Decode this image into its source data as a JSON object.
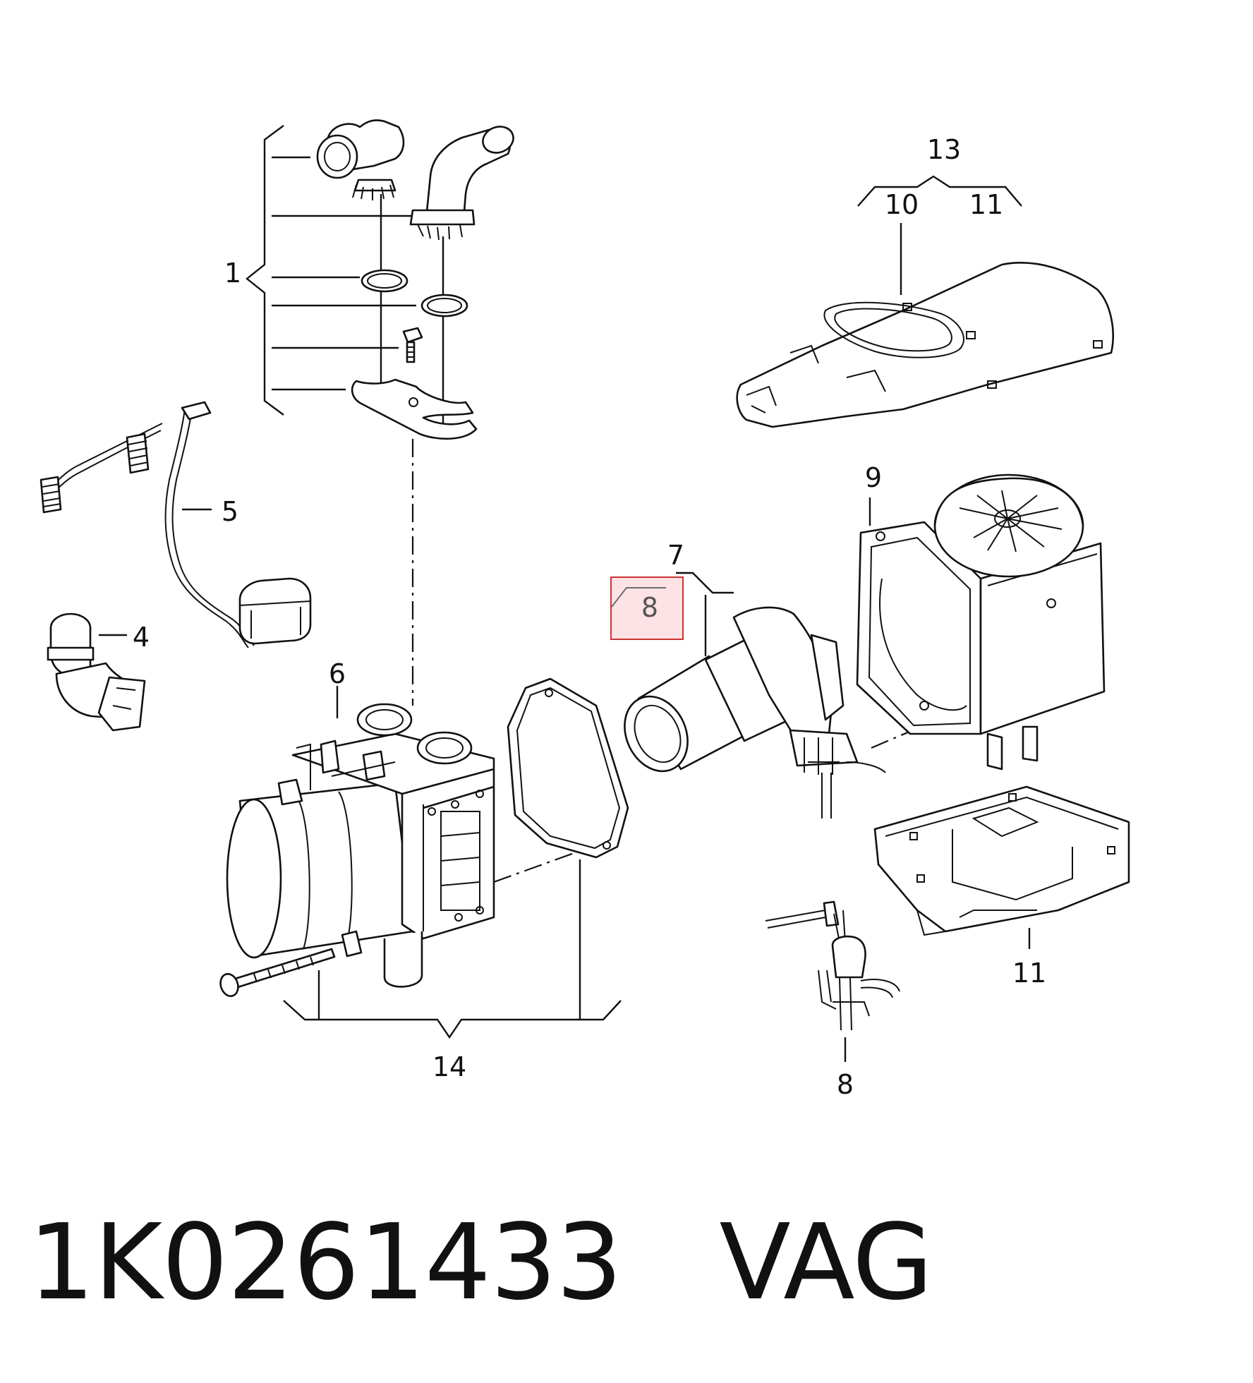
{
  "callouts": {
    "c1": "1",
    "c4": "4",
    "c5": "5",
    "c6": "6",
    "c7": "7",
    "c8_highlight": "8",
    "c8_bottom": "8",
    "c9": "9",
    "c10": "10",
    "c11_top": "11",
    "c11_bottom": "11",
    "c13": "13",
    "c14": "14"
  },
  "footer": {
    "part_number": "1K0261433",
    "brand": "VAG"
  },
  "colors": {
    "line": "#111111",
    "highlight_stroke": "#cc3333",
    "highlight_fill": "#fde2e6"
  }
}
